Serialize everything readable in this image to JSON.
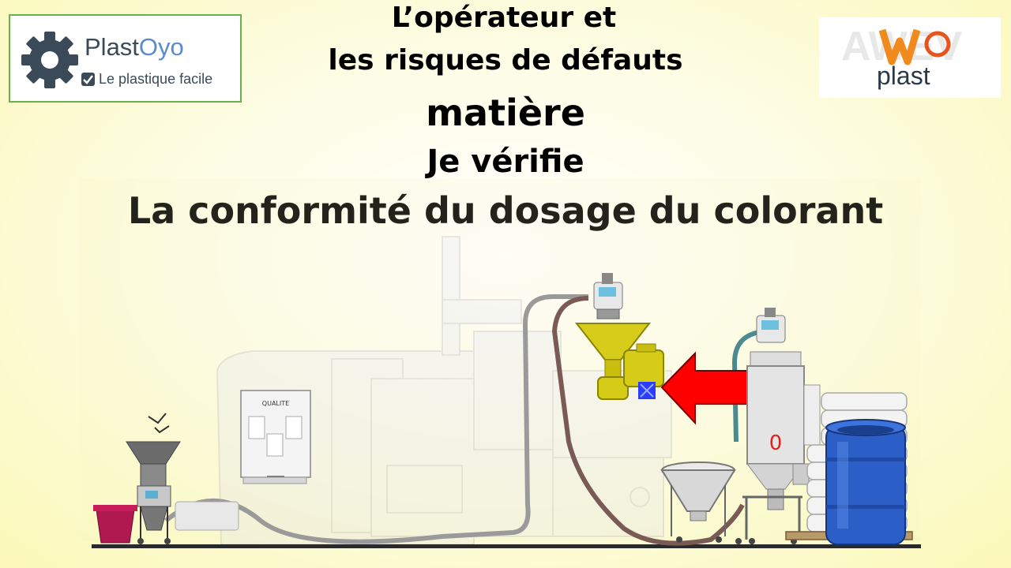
{
  "title": {
    "line1": "L’opérateur et",
    "line2": "les risques de défauts",
    "line3": "matière",
    "line4": "Je vérifie",
    "line5": "La conformité du dosage du colorant"
  },
  "logo_left": {
    "name_part1": "Plast",
    "name_part2": "Oyo",
    "tagline": "Le plastique facile",
    "icon": "gear-icon",
    "check_icon": "check-icon",
    "border_color": "#6ab04c"
  },
  "logo_right": {
    "brand": "AWEV",
    "sub": "plast"
  },
  "scene": {
    "quality_cabinet_label": "QUALITE",
    "dryer_label": "0",
    "arrow_color": "#ff0000",
    "highlight_color": "#2a3cff"
  }
}
